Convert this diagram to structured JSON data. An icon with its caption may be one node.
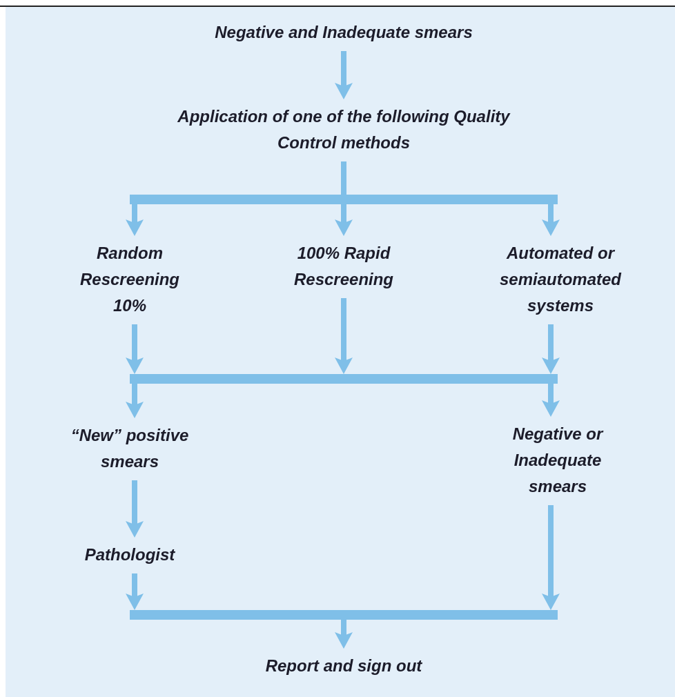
{
  "diagram": {
    "nodes": [
      {
        "text": [
          "Negative and Inadequate smears"
        ]
      },
      {
        "text": [
          "Application of one of the following Quality Control methods"
        ]
      },
      {
        "text": [],
        "shape": "bar"
      },
      {
        "text": [
          "Random Rescreening 10%"
        ]
      },
      {
        "text": [
          "100% Rapid Rescreening"
        ]
      },
      {
        "text": [
          "Automated or semiautomated systems"
        ]
      },
      {
        "text": [],
        "shape": "bar"
      },
      {
        "text": [
          "“New” positive smears"
        ]
      },
      {
        "text": [
          "Negative or Inadequate smears"
        ]
      },
      {
        "text": [
          "Pathologist"
        ]
      },
      {
        "text": [],
        "shape": "bar"
      },
      {
        "text": [
          "Report and sign out"
        ]
      }
    ],
    "edges": [
      {
        "from": 0,
        "to": 1,
        "arrow": "to"
      },
      {
        "from": 1,
        "to": 2,
        "arrow": "none"
      },
      {
        "from": 2,
        "to": 3,
        "arrow": "to"
      },
      {
        "from": 2,
        "to": 4,
        "arrow": "to"
      },
      {
        "from": 2,
        "to": 5,
        "arrow": "to"
      },
      {
        "from": 3,
        "to": 6,
        "arrow": "to"
      },
      {
        "from": 4,
        "to": 6,
        "arrow": "to"
      },
      {
        "from": 5,
        "to": 6,
        "arrow": "to"
      },
      {
        "from": 6,
        "to": 7,
        "arrow": "to"
      },
      {
        "from": 6,
        "to": 8,
        "arrow": "to"
      },
      {
        "from": 7,
        "to": 9,
        "arrow": "to"
      },
      {
        "from": 9,
        "to": 10,
        "arrow": "to"
      },
      {
        "from": 8,
        "to": 10,
        "arrow": "to"
      },
      {
        "from": 10,
        "to": 11,
        "arrow": "to"
      }
    ]
  }
}
